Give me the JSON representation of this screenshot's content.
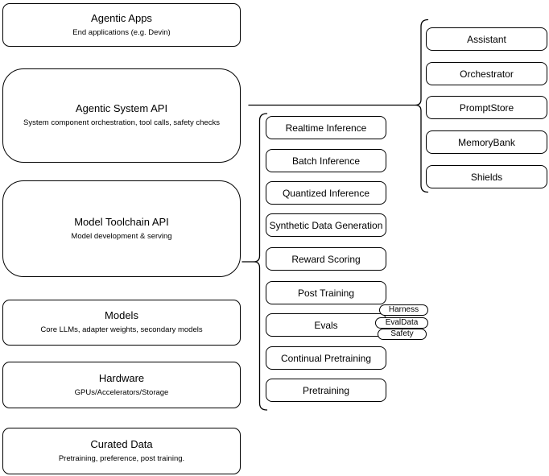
{
  "diagram": {
    "colors": {
      "line": "#000000",
      "box_border": "#000000",
      "box_fill": "#ffffff",
      "text": "#000000",
      "canvas": "#ffffff"
    },
    "left_column": [
      {
        "title": "Agentic Apps",
        "subtitle": "End applications (e.g. Devin)"
      },
      {
        "title": "Agentic System API",
        "subtitle": "System component orchestration, tool calls, safety checks"
      },
      {
        "title": "Model Toolchain API",
        "subtitle": "Model development & serving"
      },
      {
        "title": "Models",
        "subtitle": "Core LLMs, adapter weights, secondary models"
      },
      {
        "title": "Hardware",
        "subtitle": "GPUs/Accelerators/Storage"
      },
      {
        "title": "Curated Data",
        "subtitle": "Pretraining, preference, post training."
      }
    ],
    "toolchain_components": [
      "Realtime Inference",
      "Batch Inference",
      "Quantized Inference",
      "Synthetic Data Generation",
      "Reward Scoring",
      "Post Training",
      "Evals",
      "Continual Pretraining",
      "Pretraining"
    ],
    "system_components": [
      "Assistant",
      "Orchestrator",
      "PromptStore",
      "MemoryBank",
      "Shields"
    ],
    "eval_tags": [
      "Harness",
      "EvalData",
      "Safety"
    ]
  }
}
